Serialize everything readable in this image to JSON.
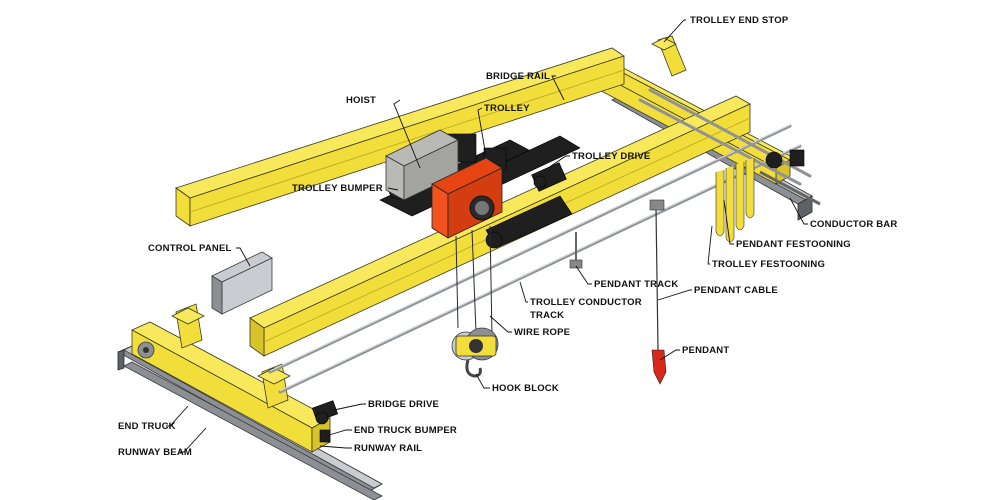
{
  "labels": {
    "trolley_end_stop": "TROLLEY END STOP",
    "bridge_rail": "BRIDGE RAIL",
    "hoist": "HOIST",
    "trolley": "TROLLEY",
    "trolley_drive": "TROLLEY DRIVE",
    "trolley_bumper": "TROLLEY BUMPER",
    "conductor_bar": "CONDUCTOR BAR",
    "pendant_festooning": "PENDANT FESTOONING",
    "trolley_festooning": "TROLLEY FESTOONING",
    "control_panel": "CONTROL PANEL",
    "pendant_track": "PENDANT TRACK",
    "pendant_cable": "PENDANT CABLE",
    "trolley_conductor_track_line1": "TROLLEY CONDUCTOR",
    "trolley_conductor_track_line2": "TRACK",
    "wire_rope": "WIRE ROPE",
    "pendant": "PENDANT",
    "hook_block": "HOOK BLOCK",
    "bridge_drive": "BRIDGE DRIVE",
    "end_truck": "END TRUCK",
    "end_truck_bumper": "END TRUCK BUMPER",
    "runway_beam": "RUNWAY BEAM",
    "runway_rail": "RUNWAY RAIL"
  },
  "colors": {
    "structure": "#f2de3a",
    "hoist_body": "#f2521d",
    "steel": "#8c8f93",
    "pendant": "#d8281c"
  }
}
